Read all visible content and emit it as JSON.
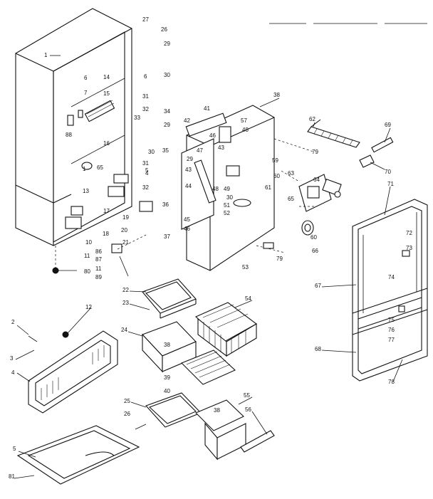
{
  "header": {
    "lines": [
      "",
      ""
    ]
  },
  "callouts": [
    {
      "id": "c1",
      "text": "1"
    },
    {
      "id": "c2",
      "text": "2"
    },
    {
      "id": "c3",
      "text": "3"
    },
    {
      "id": "c4",
      "text": "4"
    },
    {
      "id": "c5",
      "text": "5"
    },
    {
      "id": "c6",
      "text": "6"
    },
    {
      "id": "c6b",
      "text": "6"
    },
    {
      "id": "c7",
      "text": "7"
    },
    {
      "id": "c10",
      "text": "10"
    },
    {
      "id": "c11",
      "text": "11"
    },
    {
      "id": "c11b",
      "text": "11"
    },
    {
      "id": "c12",
      "text": "12"
    },
    {
      "id": "c13",
      "text": "13"
    },
    {
      "id": "c14",
      "text": "14"
    },
    {
      "id": "c15",
      "text": "15"
    },
    {
      "id": "c16",
      "text": "16"
    },
    {
      "id": "c17",
      "text": "17"
    },
    {
      "id": "c18",
      "text": "18"
    },
    {
      "id": "c19",
      "text": "19"
    },
    {
      "id": "c20",
      "text": "20"
    },
    {
      "id": "c21",
      "text": "21"
    },
    {
      "id": "c22",
      "text": "22"
    },
    {
      "id": "c23",
      "text": "23"
    },
    {
      "id": "c24",
      "text": "24"
    },
    {
      "id": "c25",
      "text": "25"
    },
    {
      "id": "c26",
      "text": "26"
    },
    {
      "id": "c26b",
      "text": "26"
    },
    {
      "id": "c27",
      "text": "27"
    },
    {
      "id": "c29",
      "text": "29"
    },
    {
      "id": "c29b",
      "text": "29"
    },
    {
      "id": "c29c",
      "text": "29"
    },
    {
      "id": "c30",
      "text": "30"
    },
    {
      "id": "c30b",
      "text": "30"
    },
    {
      "id": "c30c",
      "text": "30"
    },
    {
      "id": "c31",
      "text": "31"
    },
    {
      "id": "c31b",
      "text": "31"
    },
    {
      "id": "c32",
      "text": "32"
    },
    {
      "id": "c32b",
      "text": "32"
    },
    {
      "id": "c33",
      "text": "33"
    },
    {
      "id": "c34",
      "text": "34"
    },
    {
      "id": "c35",
      "text": "35"
    },
    {
      "id": "c36",
      "text": "36"
    },
    {
      "id": "c37",
      "text": "37"
    },
    {
      "id": "c38",
      "text": "38"
    },
    {
      "id": "c38b",
      "text": "38"
    },
    {
      "id": "c38c",
      "text": "38"
    },
    {
      "id": "c39",
      "text": "39"
    },
    {
      "id": "c40",
      "text": "40"
    },
    {
      "id": "c41",
      "text": "41"
    },
    {
      "id": "c42",
      "text": "42"
    },
    {
      "id": "c43",
      "text": "43"
    },
    {
      "id": "c43b",
      "text": "43"
    },
    {
      "id": "c44",
      "text": "44"
    },
    {
      "id": "c45",
      "text": "45"
    },
    {
      "id": "c46",
      "text": "46"
    },
    {
      "id": "c46b",
      "text": "46"
    },
    {
      "id": "c47",
      "text": "47"
    },
    {
      "id": "c48",
      "text": "48"
    },
    {
      "id": "c48b",
      "text": "48"
    },
    {
      "id": "c49",
      "text": "49"
    },
    {
      "id": "c51",
      "text": "51"
    },
    {
      "id": "c52",
      "text": "52"
    },
    {
      "id": "c53",
      "text": "53"
    },
    {
      "id": "c54",
      "text": "54"
    },
    {
      "id": "c55",
      "text": "55"
    },
    {
      "id": "c56",
      "text": "56"
    },
    {
      "id": "c57",
      "text": "57"
    },
    {
      "id": "c59",
      "text": "59"
    },
    {
      "id": "c60",
      "text": "60"
    },
    {
      "id": "c60b",
      "text": "60"
    },
    {
      "id": "c61",
      "text": "61"
    },
    {
      "id": "c62",
      "text": "62"
    },
    {
      "id": "c63",
      "text": "63"
    },
    {
      "id": "c64",
      "text": "64"
    },
    {
      "id": "c65",
      "text": "65"
    },
    {
      "id": "c65b",
      "text": "65"
    },
    {
      "id": "c66",
      "text": "66"
    },
    {
      "id": "c67",
      "text": "67"
    },
    {
      "id": "c68",
      "text": "68"
    },
    {
      "id": "c69",
      "text": "69"
    },
    {
      "id": "c70",
      "text": "70"
    },
    {
      "id": "c71",
      "text": "71"
    },
    {
      "id": "c72",
      "text": "72"
    },
    {
      "id": "c73",
      "text": "73"
    },
    {
      "id": "c74",
      "text": "74"
    },
    {
      "id": "c75",
      "text": "75"
    },
    {
      "id": "c76",
      "text": "76"
    },
    {
      "id": "c77",
      "text": "77"
    },
    {
      "id": "c78",
      "text": "78"
    },
    {
      "id": "c79",
      "text": "79"
    },
    {
      "id": "c79b",
      "text": "79"
    },
    {
      "id": "c80",
      "text": "80"
    },
    {
      "id": "c81",
      "text": "81"
    },
    {
      "id": "c86",
      "text": "86"
    },
    {
      "id": "c87",
      "text": "87"
    },
    {
      "id": "c88",
      "text": "88"
    },
    {
      "id": "c89",
      "text": "89"
    },
    {
      "id": "c4b",
      "text": "4"
    },
    {
      "id": "c5b",
      "text": "5"
    },
    {
      "id": "c1b",
      "text": "1"
    }
  ]
}
